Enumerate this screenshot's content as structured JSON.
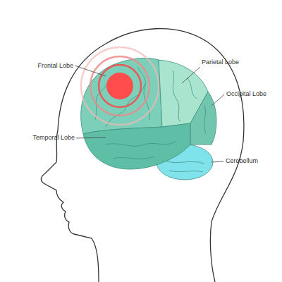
{
  "diagram": {
    "labels": [
      "Frontal Lobe",
      "Parietal Lobe",
      "Occipital Lobe",
      "Temporal Lobe",
      "Cerebellum"
    ]
  }
}
